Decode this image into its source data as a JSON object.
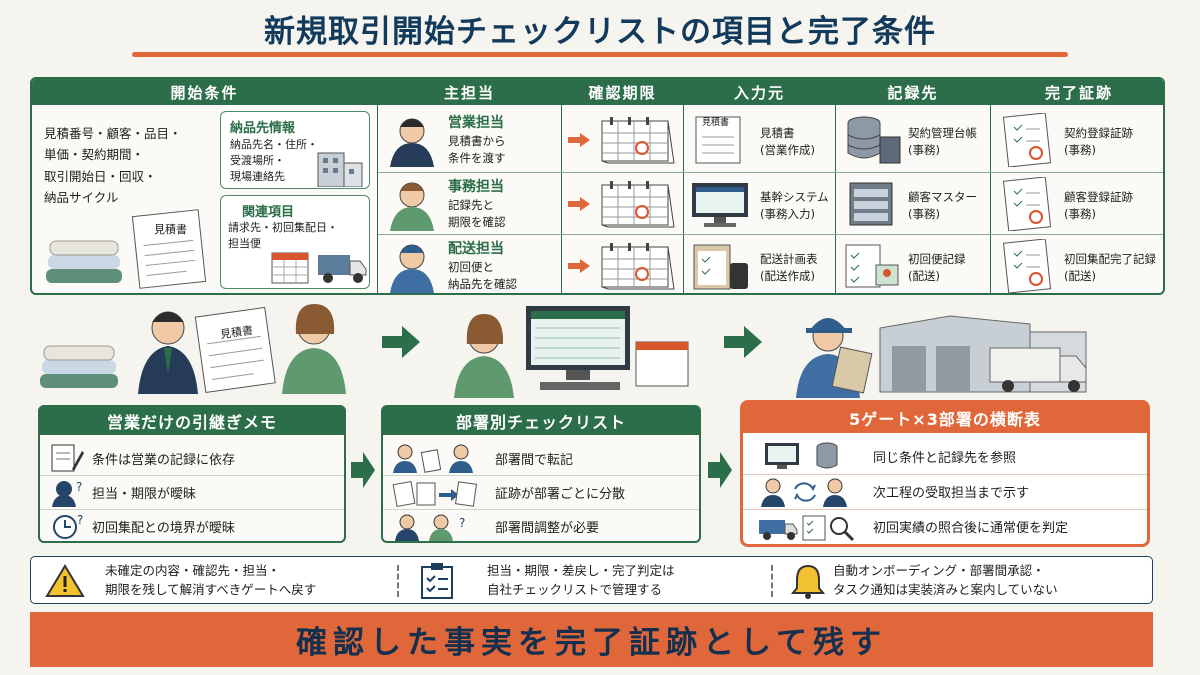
{
  "title": "新規取引開始チェックリストの項目と完了条件",
  "headers": [
    "開始条件",
    "主担当",
    "確認期限",
    "入力元",
    "記録先",
    "完了証跡"
  ],
  "start": {
    "main_lines": [
      "見積番号・顧客・品目・",
      "単価・契約期間・",
      "取引開始日・回収・",
      "納品サイクル"
    ],
    "estimate_label": "見積書",
    "delivery": {
      "title": "納品先情報",
      "lines": [
        "納品先名・住所・",
        "受渡場所・",
        "現場連絡先"
      ]
    },
    "related": {
      "title": "関連項目",
      "lines": [
        "請求先・初回集配日・",
        "担当便"
      ]
    }
  },
  "rows": [
    {
      "owner": "営業担当",
      "owner_desc": [
        "見積書から",
        "条件を渡す"
      ],
      "input": [
        "見積書",
        "(営業作成)"
      ],
      "input_doc": "見積書",
      "record": [
        "契約管理台帳",
        "(事務)"
      ],
      "evidence": [
        "契約登録証跡",
        "(事務)"
      ]
    },
    {
      "owner": "事務担当",
      "owner_desc": [
        "記録先と",
        "期限を確認"
      ],
      "input": [
        "基幹システム",
        "(事務入力)"
      ],
      "record": [
        "顧客マスター",
        "(事務)"
      ],
      "evidence": [
        "顧客登録証跡",
        "(事務)"
      ]
    },
    {
      "owner": "配送担当",
      "owner_desc": [
        "初回便と",
        "納品先を確認"
      ],
      "input": [
        "配送計画表",
        "(配送作成)"
      ],
      "record": [
        "初回便記録",
        "(配送)"
      ],
      "evidence": [
        "初回集配完了記録",
        "(配送)"
      ]
    }
  ],
  "scene": {
    "estimate_label": "見積書"
  },
  "memo": {
    "title": "営業だけの引継ぎメモ",
    "items": [
      "条件は営業の記録に依存",
      "担当・期限が曖昧",
      "初回集配との境界が曖昧"
    ]
  },
  "dept": {
    "title": "部署別チェックリスト",
    "items": [
      "部署間で転記",
      "証跡が部署ごとに分散",
      "部署間調整が必要"
    ]
  },
  "cross": {
    "title": "5ゲート×3部署の横断表",
    "items": [
      "同じ条件と記録先を参照",
      "次工程の受取担当まで示す",
      "初回実績の照合後に通常便を判定"
    ]
  },
  "notes": [
    {
      "lines": [
        "未確定の内容・確認先・担当・",
        "期限を残して解消すべきゲートへ戻す"
      ]
    },
    {
      "lines": [
        "担当・期限・差戻し・完了判定は",
        "自社チェックリストで管理する"
      ]
    },
    {
      "lines": [
        "自動オンボーディング・部署間承認・",
        "タスク通知は実装済みと案内していない"
      ]
    }
  ],
  "banner": "確認した事実を完了証跡として残す",
  "colors": {
    "green": "#2c6e4a",
    "orange": "#e0673a",
    "navy": "#123a5c"
  }
}
